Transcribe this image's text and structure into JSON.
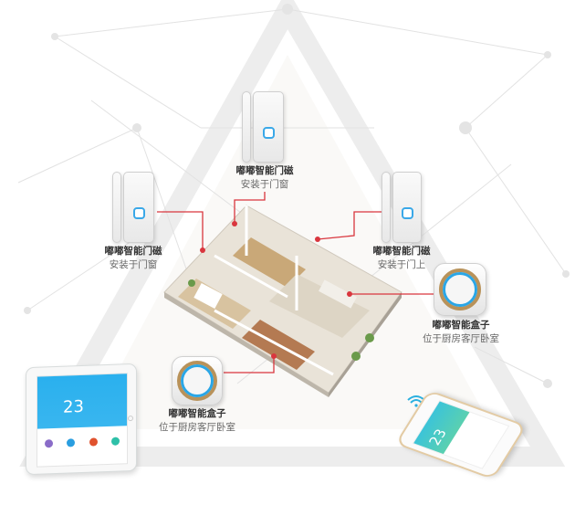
{
  "devices": [
    {
      "title": "嘟嘟智能门磁",
      "subtitle": "安装于门窗"
    },
    {
      "title": "嘟嘟智能门磁",
      "subtitle": "安装于门窗"
    },
    {
      "title": "嘟嘟智能门磁",
      "subtitle": "安装于门上"
    },
    {
      "title": "嘟嘟智能盒子",
      "subtitle": "位于厨房客厅卧室"
    },
    {
      "title": "嘟嘟智能盒子",
      "subtitle": "位于厨房客厅卧室"
    }
  ],
  "tablet": {
    "temperature": "23"
  },
  "phone": {
    "temperature": "23"
  },
  "colors": {
    "callout": "#d9363e",
    "accent": "#2aa6e6",
    "ring": "#b8925a"
  }
}
